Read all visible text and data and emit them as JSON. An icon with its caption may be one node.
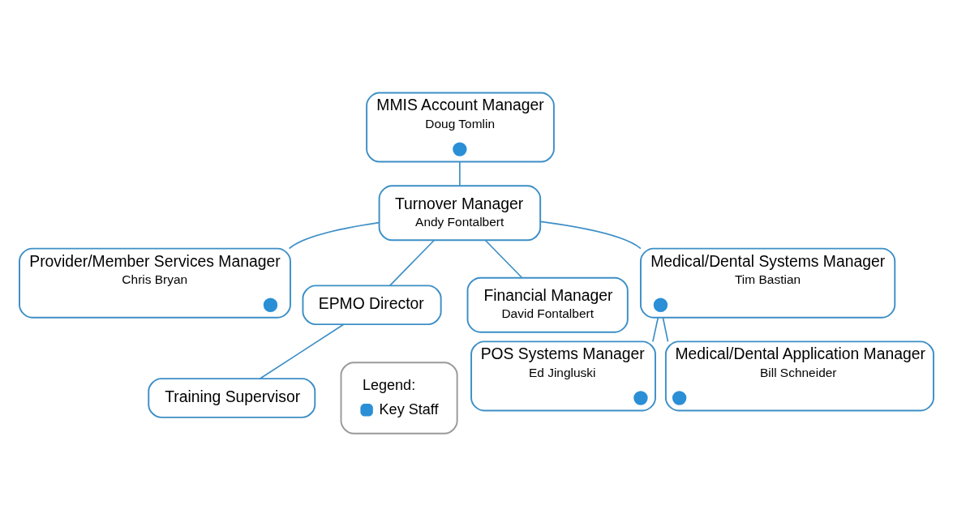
{
  "diagram": {
    "nodes": [
      {
        "text": [
          "MMIS Account Manager",
          "Doug Tomlin"
        ]
      },
      {
        "text": [],
        "shape": "circle",
        "in": 0
      },
      {
        "text": [
          "Turnover Manager",
          "Andy Fontalbert"
        ]
      },
      {
        "text": [
          "Provider/Member Services Manager",
          "Chris Bryan"
        ]
      },
      {
        "text": [],
        "shape": "circle",
        "in": 3
      },
      {
        "text": [
          "EPMO Director"
        ]
      },
      {
        "text": [
          "Financial Manager",
          "David Fontalbert"
        ]
      },
      {
        "text": [
          "Medical/Dental Systems Manager",
          "Tim Bastian"
        ]
      },
      {
        "text": [],
        "shape": "circle",
        "in": 7
      },
      {
        "text": [
          "Training Supervisor"
        ]
      },
      {
        "text": [
          "POS Systems Manager",
          "Ed Jingluski"
        ]
      },
      {
        "text": [],
        "shape": "circle",
        "in": 10
      },
      {
        "text": [
          "Medical/Dental Application Manager",
          "Bill Schneider"
        ]
      },
      {
        "text": [],
        "shape": "circle",
        "in": 12
      }
    ],
    "edges": [
      {
        "from": 0,
        "to": 2,
        "arrow": "none"
      },
      {
        "from": 2,
        "to": 3,
        "arrow": "none"
      },
      {
        "from": 2,
        "to": 5,
        "arrow": "none"
      },
      {
        "from": 2,
        "to": 6,
        "arrow": "none"
      },
      {
        "from": 2,
        "to": 7,
        "arrow": "none"
      },
      {
        "from": 5,
        "to": 9,
        "arrow": "none"
      },
      {
        "from": 7,
        "to": 10,
        "arrow": "none"
      },
      {
        "from": 7,
        "to": 12,
        "arrow": "none"
      }
    ],
    "labels": [
      "Legend:"
    ],
    "legend": [
      {
        "text": "Key Staff",
        "color": "#2b8fd6"
      }
    ]
  }
}
